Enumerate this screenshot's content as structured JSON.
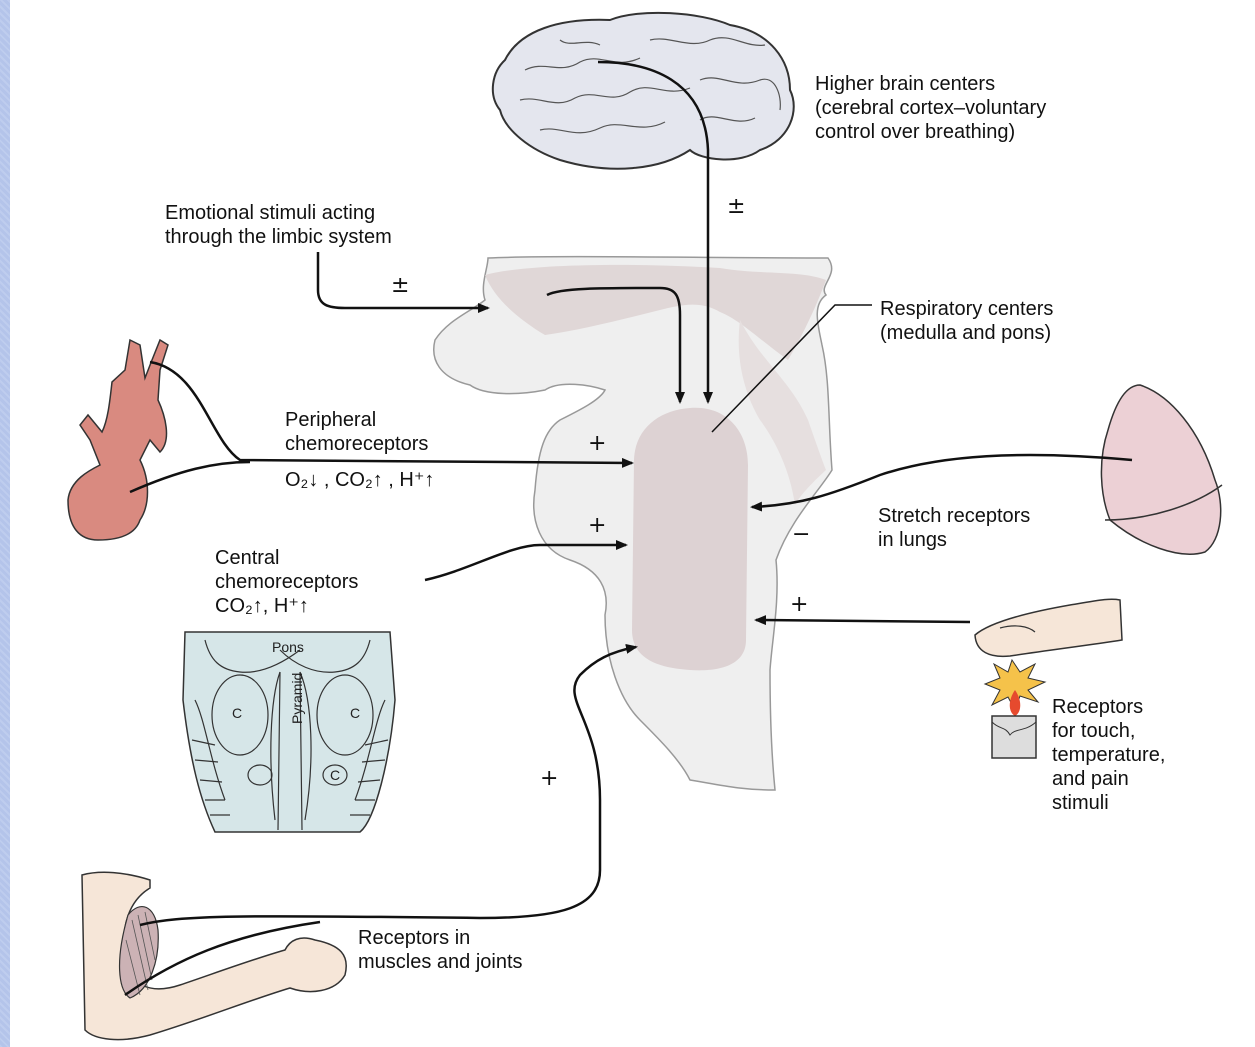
{
  "labels": {
    "higher_brain": "Higher brain centers\n(cerebral cortex–voluntary\ncontrol over breathing)",
    "emotional": "Emotional stimuli acting\nthrough the limbic system",
    "respiratory": "Respiratory centers\n(medulla and pons)",
    "peripheral": "Peripheral\nchemoreceptors",
    "peripheral_stimuli": "O₂↓ , CO₂↑ , H⁺↑",
    "central": "Central\nchemoreceptors\nCO₂↑, H⁺↑",
    "stretch": "Stretch receptors\nin lungs",
    "touch": "Receptors\nfor touch,\ntemperature,\nand pain\nstimuli",
    "muscles": "Receptors in\nmuscles and joints",
    "pons": "Pons",
    "pyramid": "Pyramid",
    "c_left": "C",
    "c_right": "C",
    "c_bottom": "C"
  },
  "signs": {
    "brain": "±",
    "limbic": "±",
    "peripheral": "+",
    "central": "+",
    "stretch": "−",
    "touch": "+",
    "muscle": "+"
  },
  "colors": {
    "background_blue": "#b7c7ec",
    "brainstem": "#efefef",
    "center_fill": "#ddd2d3",
    "limbic_fill": "#e0d7d7",
    "aorta": "#d98a80",
    "lung": "#ecd0d5",
    "brain": "#e4e6ee",
    "medulla_section": "#d6e6e8",
    "flame": "#f5c24a"
  }
}
